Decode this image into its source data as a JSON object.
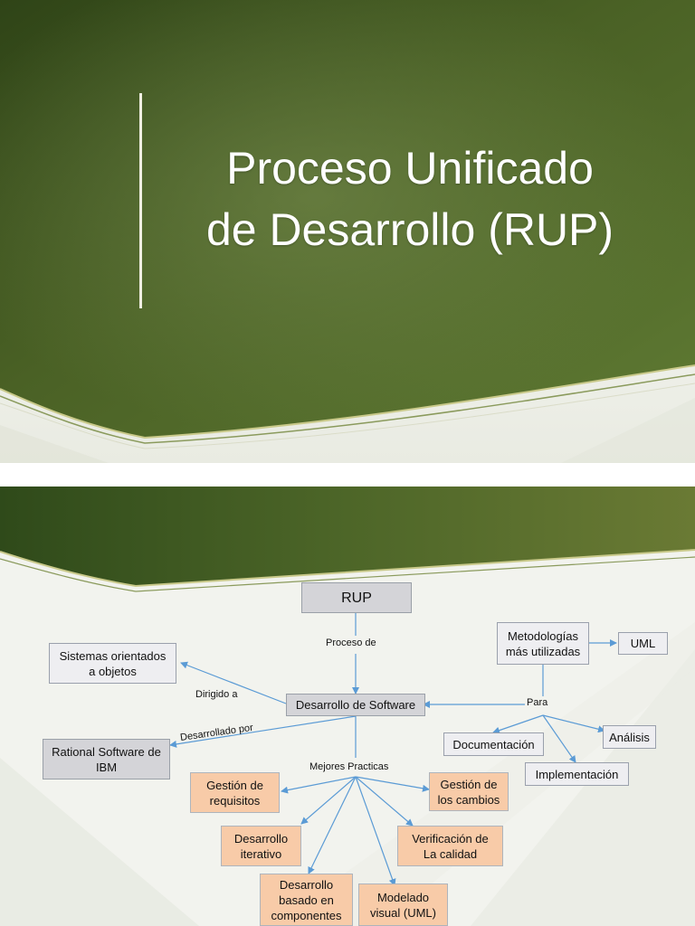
{
  "slide1": {
    "title_line1": "Proceso Unificado",
    "title_line2": "de Desarrollo (RUP)"
  },
  "diagram": {
    "nodes": {
      "rup": "RUP",
      "metodologias": "Metodologías\nmás utilizadas",
      "uml": "UML",
      "sistemas": "Sistemas orientados\na objetos",
      "desarrollo_software": "Desarrollo de Software",
      "rational": "Rational Software de\nIBM",
      "analisis": "Análisis",
      "documentacion": "Documentación",
      "implementacion": "Implementación",
      "gestion_requisitos": "Gestión de\nrequisitos",
      "gestion_cambios": "Gestión de\nlos cambios",
      "desarrollo_iterativo": "Desarrollo\niterativo",
      "verificacion": "Verificación de\nLa calidad",
      "desarrollo_componentes": "Desarrollo\nbasado en\ncomponentes",
      "modelado": "Modelado\nvisual (UML)"
    },
    "labels": {
      "proceso_de": "Proceso de",
      "dirigido_a": "Dirigido a",
      "para": "Para",
      "desarrollado_por": "Desarrollado por",
      "mejores_practicas": "Mejores Practicas"
    },
    "colors": {
      "node_gray": "#d4d4d8",
      "node_orange": "#f8cba8",
      "connector": "#5b9bd5"
    }
  }
}
